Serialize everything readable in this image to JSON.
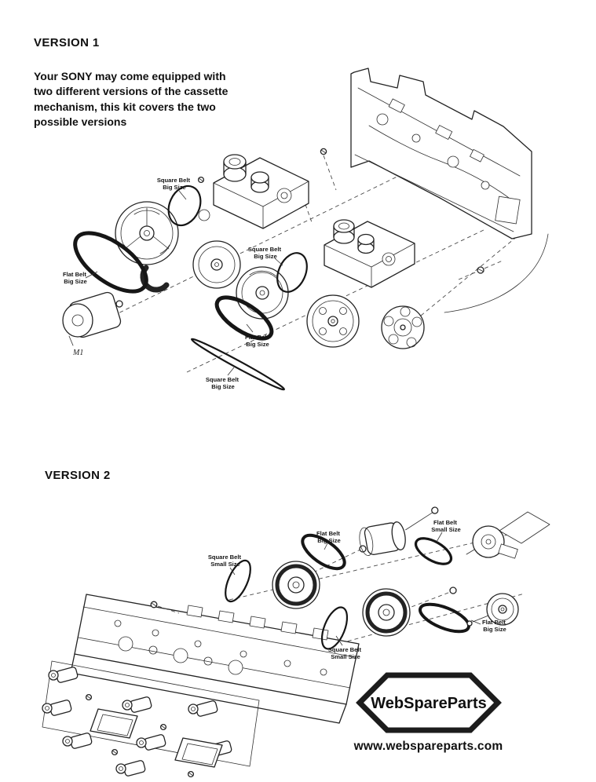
{
  "version1": {
    "title": "VERSION 1",
    "intro": "Your SONY may come equipped with\ntwo different versions of the cassette\nmechanism, this kit covers the two\npossible versions",
    "labels": {
      "square_belt_top": {
        "line1": "Square Belt",
        "line2": "Big Size"
      },
      "flat_belt_left": {
        "line1": "Flat Belt",
        "line2": "Big Size"
      },
      "square_belt_mid": {
        "line1": "Square Belt",
        "line2": "Big Size"
      },
      "flat_belt_mid": {
        "line1": "Flat Belt",
        "line2": "Big Size"
      },
      "square_belt_long": {
        "line1": "Square Belt",
        "line2": "Big Size"
      },
      "motor": "M1"
    }
  },
  "version2": {
    "title": "VERSION 2",
    "labels": {
      "square_belt_small_top": {
        "line1": "Square Belt",
        "line2": "Small Size"
      },
      "flat_belt_big_top": {
        "line1": "Flat Belt",
        "line2": "Big Size"
      },
      "flat_belt_small": {
        "line1": "Flat Belt",
        "line2": "Small Size"
      },
      "flat_belt_big_right": {
        "line1": "Flat Belt",
        "line2": "Big Size"
      },
      "square_belt_small_bottom": {
        "line1": "Square Belt",
        "line2": "Small Size"
      }
    }
  },
  "branding": {
    "logo_text": "WebSpareParts",
    "website": "www.webspareparts.com"
  }
}
